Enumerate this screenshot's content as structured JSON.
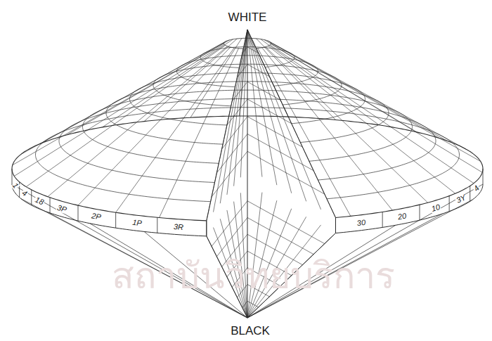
{
  "diagram": {
    "labels": [
      "WHITE",
      "BLACK",
      "1",
      "4",
      "18",
      "3P",
      "2P",
      "1P",
      "3R",
      "30",
      "20",
      "10",
      "3Y",
      "4",
      "สถาบันวิทยบริการ"
    ]
  }
}
